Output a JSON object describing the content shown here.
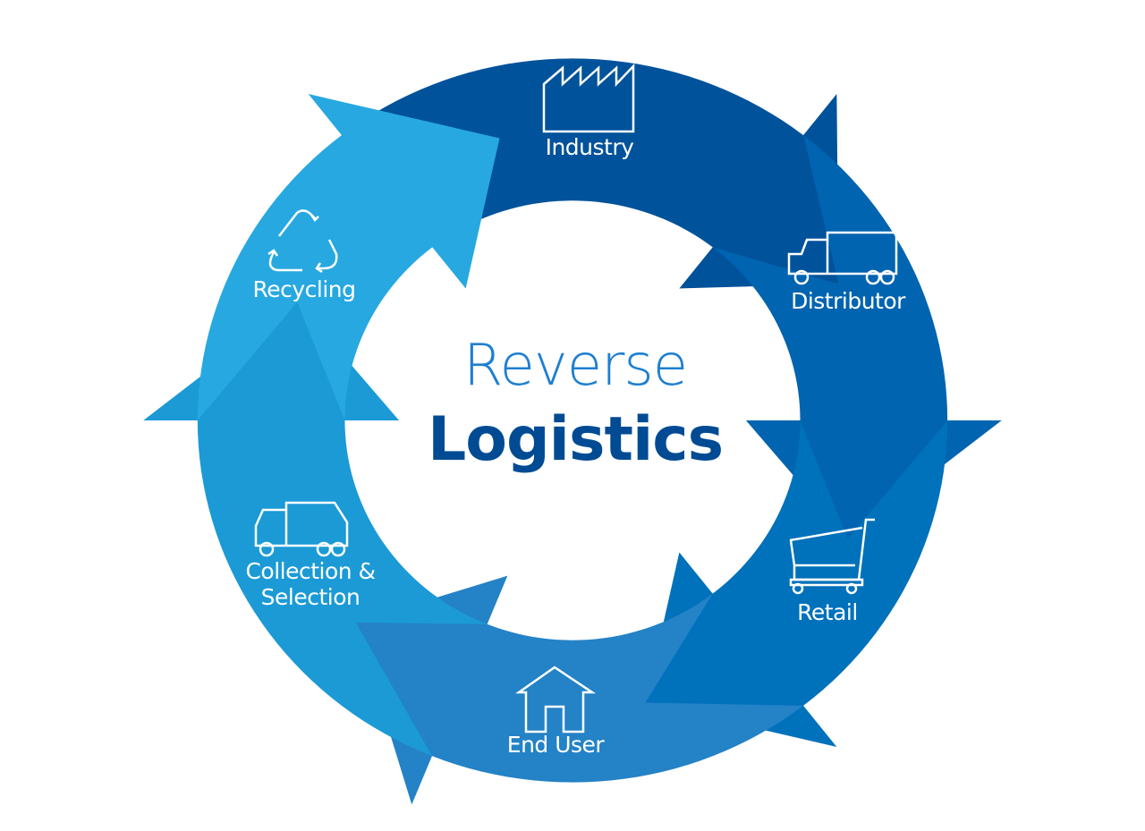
{
  "title": {
    "line1": "Reverse",
    "line2": "Logistics"
  },
  "stages": [
    {
      "label": "Industry",
      "icon": "factory-icon",
      "color": "#00529b"
    },
    {
      "label": "Distributor",
      "icon": "truck-icon",
      "color": "#0064b0"
    },
    {
      "label": "Retail",
      "icon": "shopping-cart-icon",
      "color": "#0071bb"
    },
    {
      "label": "End User",
      "icon": "house-icon",
      "color": "#2482c6"
    },
    {
      "label": "Collection &",
      "label2": "Selection",
      "icon": "garbage-truck-icon",
      "color": "#1b9ad6"
    },
    {
      "label": "Recycling",
      "icon": "recycle-icon",
      "color": "#27a8e0"
    }
  ]
}
